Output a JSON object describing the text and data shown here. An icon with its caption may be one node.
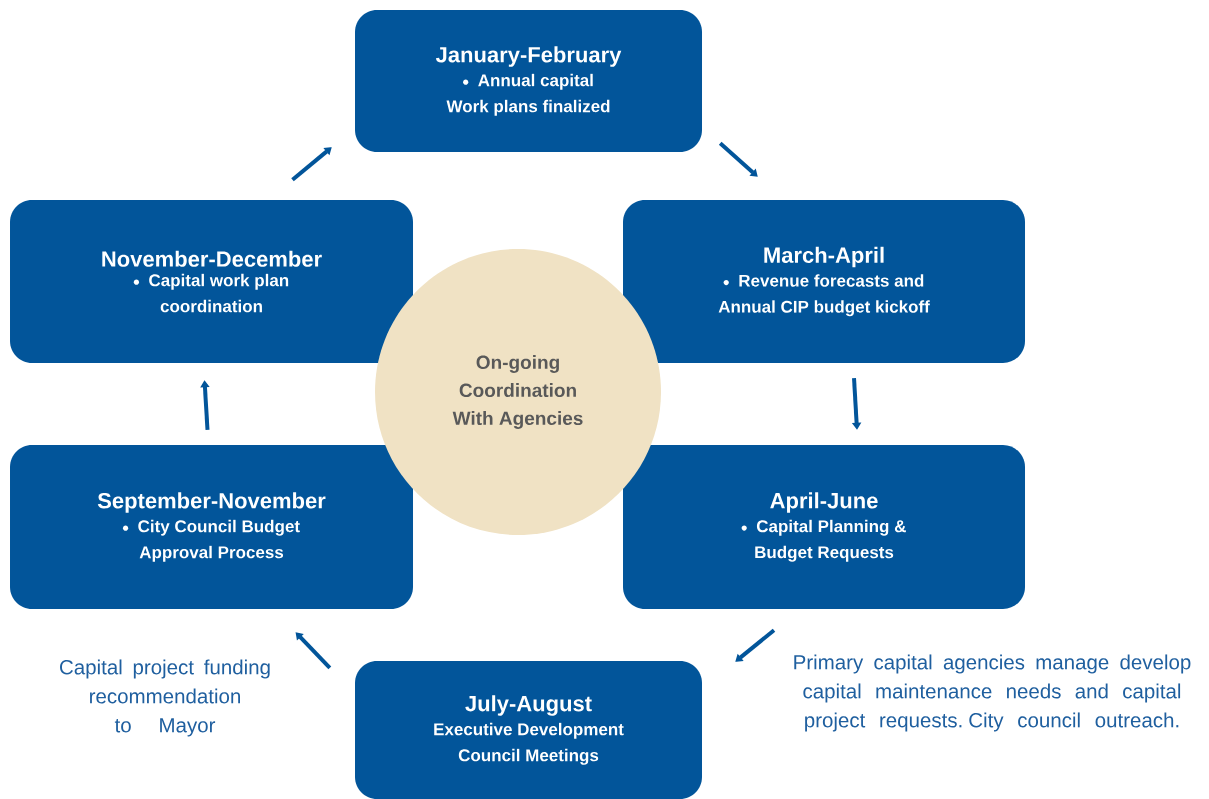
{
  "diagram": {
    "nodes": [
      {
        "text": [
          "January-February",
          "Annual capital Work plans finalized"
        ]
      },
      {
        "text": [
          "March-April",
          "Revenue forecasts and Annual CIP budget kickoff"
        ]
      },
      {
        "text": [
          "April-June",
          "Capital Planning & Budget Requests"
        ]
      },
      {
        "text": [
          "July-August",
          "Executive Development Council Meetings"
        ]
      },
      {
        "text": [
          "September-November",
          "City Council Budget Approval Process"
        ]
      },
      {
        "text": [
          "November-December",
          "Capital work plan coordination"
        ]
      },
      {
        "text": [
          "On-going Coordination With Agencies"
        ]
      }
    ],
    "edges": [
      {
        "from": 0,
        "to": 1,
        "arrow": "to"
      },
      {
        "from": 1,
        "to": 2,
        "arrow": "to"
      },
      {
        "from": 2,
        "to": 3,
        "arrow": "to"
      },
      {
        "from": 3,
        "to": 4,
        "arrow": "to"
      },
      {
        "from": 4,
        "to": 5,
        "arrow": "to"
      },
      {
        "from": 5,
        "to": 0,
        "arrow": "to"
      }
    ],
    "labels": [
      "Capital project funding recommendation to Mayor",
      "Primary capital agencies manage develop capital maintenance needs and capital project requests. City council outreach."
    ]
  }
}
